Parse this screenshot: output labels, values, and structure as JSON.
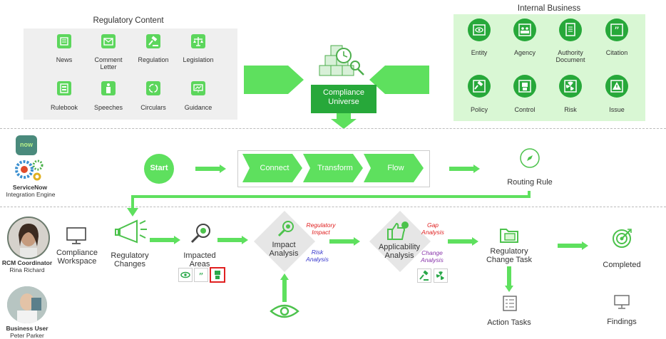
{
  "regulatory_content": {
    "title": "Regulatory Content",
    "items": [
      {
        "label": "News",
        "icon": "news-icon"
      },
      {
        "label": "Comment Letter",
        "icon": "comment-letter-icon"
      },
      {
        "label": "Regulation",
        "icon": "gavel-icon"
      },
      {
        "label": "Legislation",
        "icon": "scales-icon"
      },
      {
        "label": "Rulebook",
        "icon": "rulebook-icon"
      },
      {
        "label": "Speeches",
        "icon": "podium-icon"
      },
      {
        "label": "Circulars",
        "icon": "circular-arrows-icon"
      },
      {
        "label": "Guidance",
        "icon": "guidance-icon"
      }
    ]
  },
  "internal_business": {
    "title": "Internal Business",
    "items": [
      {
        "label": "Entity",
        "icon": "eye-icon"
      },
      {
        "label": "Agency",
        "icon": "agency-icon"
      },
      {
        "label": "Authority Document",
        "icon": "document-icon"
      },
      {
        "label": "Citation",
        "icon": "quote-icon"
      },
      {
        "label": "Policy",
        "icon": "gavel-icon"
      },
      {
        "label": "Control",
        "icon": "robot-icon"
      },
      {
        "label": "Risk",
        "icon": "radiation-icon"
      },
      {
        "label": "Issue",
        "icon": "warning-icon"
      }
    ]
  },
  "compliance_universe": {
    "label": "Compliance Universe"
  },
  "servicenow": {
    "logo_text": "now",
    "name": "ServiceNow",
    "subtitle": "Integration Engine"
  },
  "flow": {
    "start": "Start",
    "steps": [
      "Connect",
      "Transform",
      "Flow"
    ],
    "routing_rule": "Routing Rule"
  },
  "people": [
    {
      "role": "RCM Coordinator",
      "name": "Rina Richard"
    },
    {
      "role": "Business User",
      "name": "Peter Parker"
    }
  ],
  "process": {
    "compliance_workspace": "Compliance Workspace",
    "regulatory_changes": "Regulatory Changes",
    "impacted_areas": "Impacted Areas",
    "impact_analysis": "Impact Analysis",
    "regulatory_impact": "Regulatory Impact",
    "risk_analysis": "Risk Analysis",
    "applicability_analysis": "Applicability Analysis",
    "gap_analysis": "Gap Analysis",
    "change_analysis": "Change Analysis",
    "regulatory_change_task": "Regulatory Change Task",
    "completed": "Completed",
    "action_tasks": "Action Tasks",
    "findings": "Findings"
  },
  "colors": {
    "green_arrow": "#5ee05e",
    "dark_green": "#27a83a",
    "light_green_panel": "#d9f7d4",
    "gray_panel": "#efefef",
    "red": "#e02020",
    "blue": "#3333cc",
    "purple": "#8833aa"
  }
}
